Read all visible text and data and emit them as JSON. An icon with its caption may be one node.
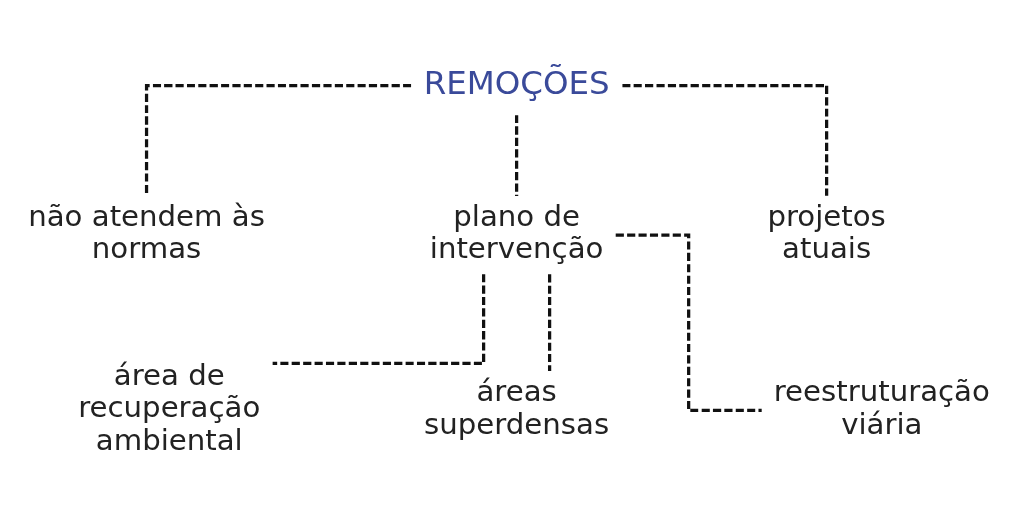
{
  "diagram": {
    "nodes": [
      {
        "text": [
          "REMOÇÕES"
        ]
      },
      {
        "text": [
          "não atendem às normas"
        ]
      },
      {
        "text": [
          "plano de intervenção"
        ]
      },
      {
        "text": [
          "projetos atuais"
        ]
      },
      {
        "text": [
          "área de recuperação ambiental"
        ]
      },
      {
        "text": [
          "áreas superdensas"
        ]
      },
      {
        "text": [
          "reestruturação viária"
        ]
      }
    ],
    "edges": [
      {
        "from": 0,
        "to": 1,
        "arrow": "none",
        "style": "dashed"
      },
      {
        "from": 0,
        "to": 2,
        "arrow": "none",
        "style": "dashed"
      },
      {
        "from": 0,
        "to": 3,
        "arrow": "none",
        "style": "dashed"
      },
      {
        "from": 2,
        "to": 4,
        "arrow": "none",
        "style": "dashed"
      },
      {
        "from": 2,
        "to": 5,
        "arrow": "none",
        "style": "dashed"
      },
      {
        "from": 2,
        "to": 6,
        "arrow": "none",
        "style": "dashed"
      }
    ]
  }
}
